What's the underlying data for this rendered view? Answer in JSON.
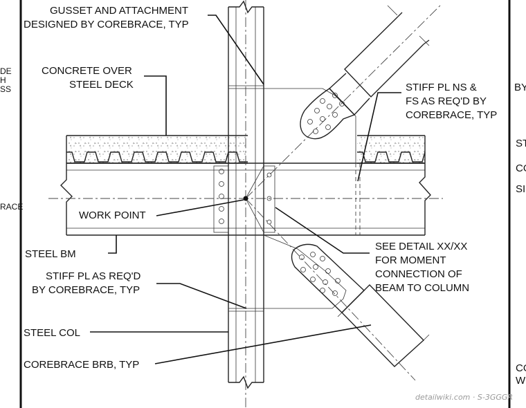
{
  "labels": {
    "gusset_line1": "GUSSET AND ATTACHMENT",
    "gusset_line2": "DESIGNED BY COREBRACE, TYP",
    "concrete_line1": "CONCRETE OVER",
    "concrete_line2": "STEEL DECK",
    "stiff_ns_line1": "STIFF PL NS &",
    "stiff_ns_line2": "FS AS REQ'D BY",
    "stiff_ns_line3": "COREBRACE, TYP",
    "work_point": "WORK POINT",
    "steel_bm": "STEEL BM",
    "see_detail_line1": "SEE DETAIL XX/XX",
    "see_detail_line2": "FOR MOMENT",
    "see_detail_line3": "CONNECTION OF",
    "see_detail_line4": "BEAM TO COLUMN",
    "stiff_pl_line1": "STIFF PL AS REQ'D",
    "stiff_pl_line2": "BY COREBRACE, TYP",
    "steel_col": "STEEL COL",
    "corebrace_brb": "COREBRACE BRB, TYP"
  },
  "left_fragments": [
    "DE",
    "H",
    "SS",
    "RACE"
  ],
  "right_fragments": [
    "BY",
    "ST",
    "CO",
    "SI",
    "CO",
    "W"
  ],
  "watermark": "detailwiki.com · S-3GGGR"
}
